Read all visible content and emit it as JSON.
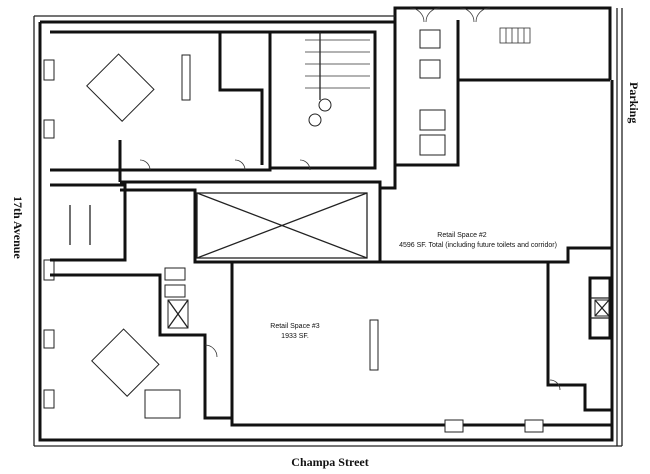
{
  "labels": {
    "top_right": "Parking",
    "left": "17th Avenue",
    "bottom": "Champa Street"
  },
  "spaces": [
    {
      "name": "Retail Space #2",
      "area": "4596 SF. Total (including future toilets and corridor)"
    },
    {
      "name": "Retail Space #3",
      "area": "1933 SF."
    }
  ]
}
